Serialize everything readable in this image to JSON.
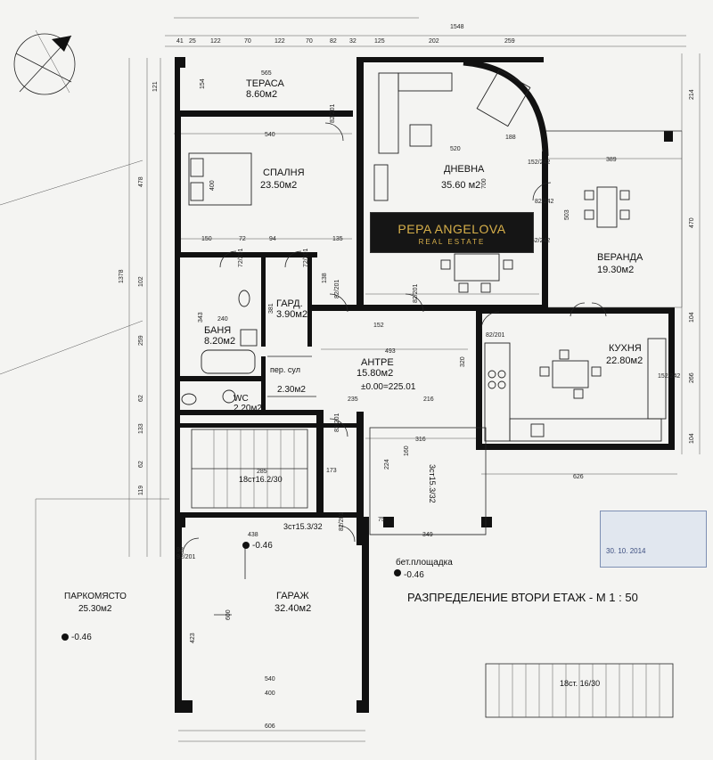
{
  "drawing": {
    "title": "РАЗПРЕДЕЛЕНИЕ ВТОРИ ЕТАЖ - М 1 : 50"
  },
  "logo": {
    "line1": "PEPA ANGELOVA",
    "line2": "REAL ESTATE"
  },
  "rooms": {
    "terrace": {
      "name": "ТЕРАСА",
      "area": "8.60м2"
    },
    "bedroom": {
      "name": "СПАЛНЯ",
      "area": "23.50м2"
    },
    "living": {
      "name": "ДНЕВНА",
      "area": "35.60 м2"
    },
    "veranda": {
      "name": "ВЕРАНДА",
      "area": "19.30м2"
    },
    "wardrobe": {
      "name": "ГАРД.",
      "area": "3.90м2"
    },
    "bathroom": {
      "name": "БАНЯ",
      "area": "8.20м2"
    },
    "laundry": {
      "name": "пер. сул",
      "area": "2.30м2"
    },
    "hall": {
      "name": "АНТРЕ",
      "area": "15.80м2",
      "level": "±0.00=225.01"
    },
    "kitchen": {
      "name": "КУХНЯ",
      "area": "22.80м2"
    },
    "wc": {
      "name": "WC",
      "area": "2.20м2"
    },
    "parking": {
      "name": "ПАРКОМЯСТО",
      "area": "25.30м2",
      "level": "-0.46"
    },
    "garage": {
      "name": "ГАРАЖ",
      "area": "32.40м2",
      "level": "-0.46"
    },
    "platform": {
      "name": "бет.площадка",
      "level": "-0.46"
    }
  },
  "stairs": {
    "main": "18ст16.2/30",
    "garage_steps": "3ст15.3/32",
    "rear_steps": "3ст15.3/32",
    "outdoor": "18ст. 16/30"
  },
  "dims": {
    "top_total": "1548",
    "top_row": [
      "41",
      "25",
      "122",
      "70",
      "122",
      "70",
      "82",
      "32",
      "125",
      "202",
      "259"
    ],
    "terrace_len": "565",
    "left_total": "1378",
    "left_segments": [
      "478",
      "102",
      "259",
      "62",
      "133",
      "62",
      "119"
    ],
    "bottom_len": "606",
    "right_segs": [
      "214",
      "470",
      "104",
      "266",
      "104"
    ],
    "labels": [
      {
        "k": "d121",
        "v": "121"
      },
      {
        "k": "d154",
        "v": "154"
      },
      {
        "k": "d540a",
        "v": "540"
      },
      {
        "k": "d520",
        "v": "520"
      },
      {
        "k": "d188",
        "v": "188"
      },
      {
        "k": "d389",
        "v": "389"
      },
      {
        "k": "d503",
        "v": "503"
      },
      {
        "k": "d400",
        "v": "400"
      },
      {
        "k": "d700",
        "v": "700"
      },
      {
        "k": "d150",
        "v": "150"
      },
      {
        "k": "d72",
        "v": "72"
      },
      {
        "k": "d94",
        "v": "94"
      },
      {
        "k": "d135",
        "v": "135"
      },
      {
        "k": "d493",
        "v": "493"
      },
      {
        "k": "d152",
        "v": "152"
      },
      {
        "k": "d240",
        "v": "240"
      },
      {
        "k": "d343",
        "v": "343"
      },
      {
        "k": "d381",
        "v": "381"
      },
      {
        "k": "d138",
        "v": "138"
      },
      {
        "k": "d320",
        "v": "320"
      },
      {
        "k": "d316",
        "v": "316"
      },
      {
        "k": "d224",
        "v": "224"
      },
      {
        "k": "d160",
        "v": "160"
      },
      {
        "k": "d349",
        "v": "349"
      },
      {
        "k": "d626",
        "v": "626"
      },
      {
        "k": "d438",
        "v": "438"
      },
      {
        "k": "d600",
        "v": "600"
      },
      {
        "k": "d423",
        "v": "423"
      },
      {
        "k": "d540b",
        "v": "540"
      },
      {
        "k": "d400b",
        "v": "400"
      },
      {
        "k": "d285",
        "v": "285"
      },
      {
        "k": "d173",
        "v": "173"
      },
      {
        "k": "d235",
        "v": "235"
      },
      {
        "k": "d216",
        "v": "216"
      },
      {
        "k": "d75",
        "v": "75"
      },
      {
        "k": "d92",
        "v": "92"
      }
    ]
  },
  "doors": [
    "82/201",
    "82/201",
    "72/201",
    "72/201",
    "82/201",
    "82/201",
    "82/201",
    "82/201",
    "92/201",
    "82/201",
    "82/242",
    "82/242",
    "152/242",
    "152/242",
    "82/201"
  ],
  "stamp": {
    "date": "30. 10. 2014"
  },
  "icons": [
    "north-arrow-icon",
    "bed-icon",
    "sofa-icon",
    "dining-table-icon",
    "bathtub-icon",
    "toilet-icon",
    "sink-icon",
    "stove-icon",
    "car-icon"
  ]
}
